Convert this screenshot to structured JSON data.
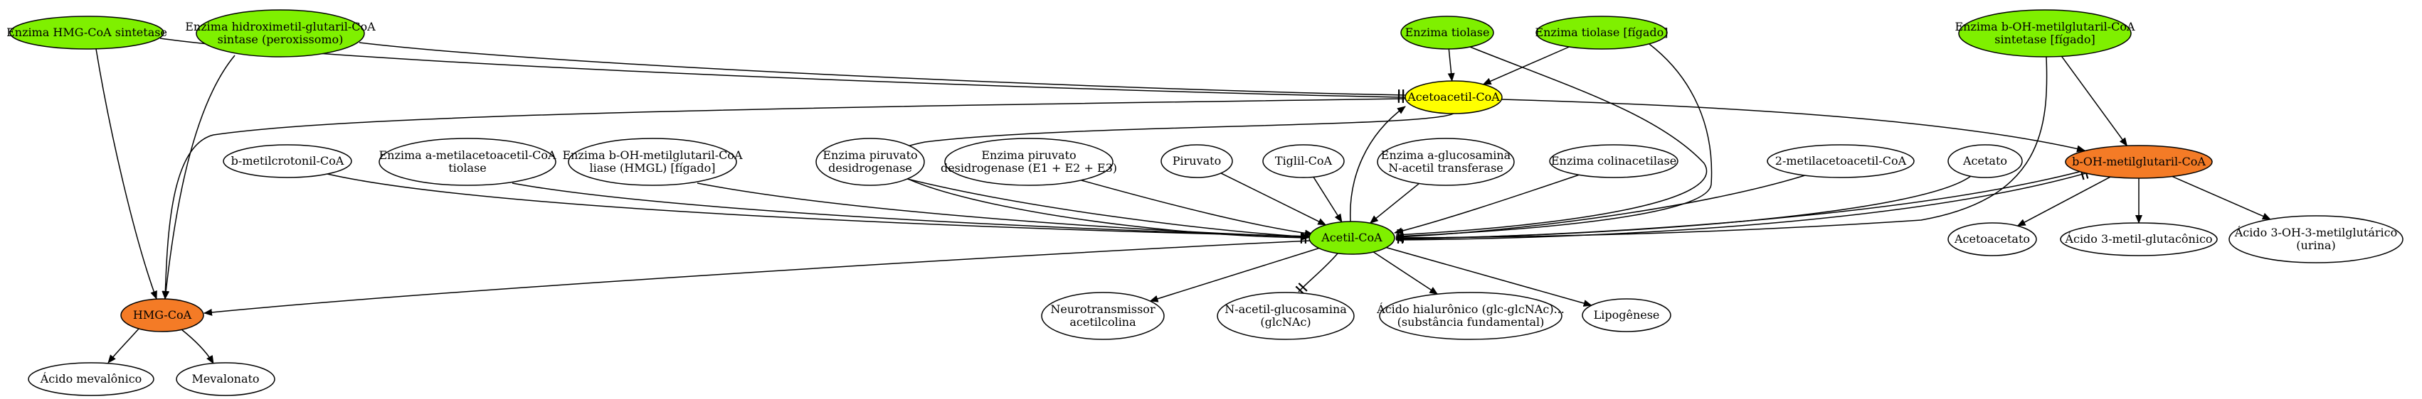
{
  "colors": {
    "green": "#7ff000",
    "yellow": "#ffff00",
    "orange": "#f47b26",
    "white": "#ffffff",
    "stroke": "#000000"
  },
  "nodes": {
    "hmg_coa_sintetase": {
      "lines": [
        "Enzima HMG-CoA sintetase"
      ],
      "fill": "green"
    },
    "hidroximetil_glutaril": {
      "lines": [
        "Enzima hidroximetil-glutaril-CoA",
        "sintase (peroxissomo)"
      ],
      "fill": "green"
    },
    "tiolase": {
      "lines": [
        "Enzima tiolase"
      ],
      "fill": "green"
    },
    "tiolase_figado": {
      "lines": [
        "Enzima tiolase [fígado]"
      ],
      "fill": "green"
    },
    "b_oh_sintetase": {
      "lines": [
        "Enzima b-OH-metilglutaril-CoA",
        "sintetase [fígado]"
      ],
      "fill": "green"
    },
    "acetoacetil_coa": {
      "lines": [
        "Acetoacetil-CoA"
      ],
      "fill": "yellow"
    },
    "b_oh_metilglutaril_coa": {
      "lines": [
        "b-OH-metilglutaril-CoA"
      ],
      "fill": "orange"
    },
    "b_metilcrotonil": {
      "lines": [
        "b-metilcrotonil-CoA"
      ],
      "fill": "white"
    },
    "a_metilacetoacetil": {
      "lines": [
        "Enzima a-metilacetoacetil-CoA",
        "tiolase"
      ],
      "fill": "white"
    },
    "hmgl": {
      "lines": [
        "Enzima b-OH-metilglutaril-CoA",
        "liase (HMGL) [fígado]"
      ],
      "fill": "white"
    },
    "piruvato_desidrogenase": {
      "lines": [
        "Enzima piruvato",
        "desidrogenase"
      ],
      "fill": "white"
    },
    "piruvato_desidrogenase_e": {
      "lines": [
        "Enzima piruvato",
        "desidrogenase (E1 + E2 + E3)"
      ],
      "fill": "white"
    },
    "piruvato": {
      "lines": [
        "Piruvato"
      ],
      "fill": "white"
    },
    "tiglil": {
      "lines": [
        "Tiglil-CoA"
      ],
      "fill": "white"
    },
    "glucosamina_transferase": {
      "lines": [
        "Enzima a-glucosamina",
        "N-acetil transferase"
      ],
      "fill": "white"
    },
    "colinacetilase": {
      "lines": [
        "Enzima colinacetilase"
      ],
      "fill": "white"
    },
    "metilacetoacetil": {
      "lines": [
        "2-metilacetoacetil-CoA"
      ],
      "fill": "white"
    },
    "acetato": {
      "lines": [
        "Acetato"
      ],
      "fill": "white"
    },
    "acetil_coa": {
      "lines": [
        "Acetil-CoA"
      ],
      "fill": "green"
    },
    "acetoacetato": {
      "lines": [
        "Acetoacetato"
      ],
      "fill": "white"
    },
    "metil_glutaconico": {
      "lines": [
        "Ácido 3-metil-glutacônico"
      ],
      "fill": "white"
    },
    "oh_metilglutarico": {
      "lines": [
        "Ácido 3-OH-3-metilglutárico",
        "(urina)"
      ],
      "fill": "white"
    },
    "hmg_coa": {
      "lines": [
        "HMG-CoA"
      ],
      "fill": "orange"
    },
    "neurotransmissor": {
      "lines": [
        "Neurotransmissor",
        "acetilcolina"
      ],
      "fill": "white"
    },
    "n_acetil_glucosamina": {
      "lines": [
        "N-acetil-glucosamina",
        "(glcNAc)"
      ],
      "fill": "white"
    },
    "hialuronico": {
      "lines": [
        "Ácido hialurônico (glc-glcNAc)...",
        "(substância fundamental)"
      ],
      "fill": "white"
    },
    "lipogenese": {
      "lines": [
        "Lipogênese"
      ],
      "fill": "white"
    },
    "mevalonico": {
      "lines": [
        "Ácido mevalônico"
      ],
      "fill": "white"
    },
    "mevalonato": {
      "lines": [
        "Mevalonato"
      ],
      "fill": "white"
    }
  },
  "edges": [
    {
      "from": "hmg_coa_sintetase",
      "to": "acetoacetil_coa",
      "head": "tee"
    },
    {
      "from": "hmg_coa_sintetase",
      "to": "hmg_coa",
      "head": "arrow"
    },
    {
      "from": "hidroximetil_glutaril",
      "to": "acetoacetil_coa",
      "head": "tee"
    },
    {
      "from": "hidroximetil_glutaril",
      "to": "hmg_coa",
      "head": "arrow"
    },
    {
      "from": "tiolase",
      "to": "acetoacetil_coa",
      "head": "arrow"
    },
    {
      "from": "tiolase",
      "to": "acetil_coa",
      "head": "tee"
    },
    {
      "from": "tiolase_figado",
      "to": "acetoacetil_coa",
      "head": "arrow"
    },
    {
      "from": "tiolase_figado",
      "to": "acetil_coa",
      "head": "tee"
    },
    {
      "from": "b_oh_sintetase",
      "to": "b_oh_metilglutaril_coa",
      "head": "arrow"
    },
    {
      "from": "b_oh_sintetase",
      "to": "acetil_coa",
      "head": "tee"
    },
    {
      "from": "acetoacetil_coa",
      "to": "b_oh_metilglutaril_coa",
      "head": "arrow"
    },
    {
      "from": "acetoacetil_coa",
      "to": "hmg_coa",
      "head": "arrow"
    },
    {
      "from": "acetoacetil_coa",
      "to": "acetil_coa",
      "head": "tee"
    },
    {
      "from": "acetil_coa",
      "to": "acetoacetil_coa",
      "head": "arrow"
    },
    {
      "from": "b_metilcrotonil",
      "to": "acetil_coa",
      "head": "arrow"
    },
    {
      "from": "a_metilacetoacetil",
      "to": "acetil_coa",
      "head": "arrow"
    },
    {
      "from": "hmgl",
      "to": "acetil_coa",
      "head": "arrow"
    },
    {
      "from": "piruvato_desidrogenase",
      "to": "acetil_coa",
      "head": "arrow"
    },
    {
      "from": "piruvato_desidrogenase_e",
      "to": "acetil_coa",
      "head": "arrow"
    },
    {
      "from": "piruvato",
      "to": "acetil_coa",
      "head": "arrow"
    },
    {
      "from": "tiglil",
      "to": "acetil_coa",
      "head": "arrow"
    },
    {
      "from": "glucosamina_transferase",
      "to": "acetil_coa",
      "head": "arrow"
    },
    {
      "from": "colinacetilase",
      "to": "acetil_coa",
      "head": "arrow"
    },
    {
      "from": "metilacetoacetil",
      "to": "acetil_coa",
      "head": "arrow"
    },
    {
      "from": "acetato",
      "to": "acetil_coa",
      "head": "arrow"
    },
    {
      "from": "b_oh_metilglutaril_coa",
      "to": "acetil_coa",
      "head": "arrow"
    },
    {
      "from": "acetil_coa",
      "to": "b_oh_metilglutaril_coa",
      "head": "tee"
    },
    {
      "from": "b_oh_metilglutaril_coa",
      "to": "acetoacetato",
      "head": "arrow"
    },
    {
      "from": "b_oh_metilglutaril_coa",
      "to": "metil_glutaconico",
      "head": "arrow"
    },
    {
      "from": "b_oh_metilglutaril_coa",
      "to": "oh_metilglutarico",
      "head": "arrow"
    },
    {
      "from": "acetil_coa",
      "to": "hmg_coa",
      "head": "arrow"
    },
    {
      "from": "acetil_coa",
      "to": "neurotransmissor",
      "head": "arrow"
    },
    {
      "from": "acetil_coa",
      "to": "n_acetil_glucosamina",
      "head": "tee"
    },
    {
      "from": "acetil_coa",
      "to": "hialuronico",
      "head": "arrow"
    },
    {
      "from": "acetil_coa",
      "to": "lipogenese",
      "head": "arrow"
    },
    {
      "from": "hmg_coa",
      "to": "mevalonico",
      "head": "arrow"
    },
    {
      "from": "hmg_coa",
      "to": "mevalonato",
      "head": "arrow"
    }
  ]
}
